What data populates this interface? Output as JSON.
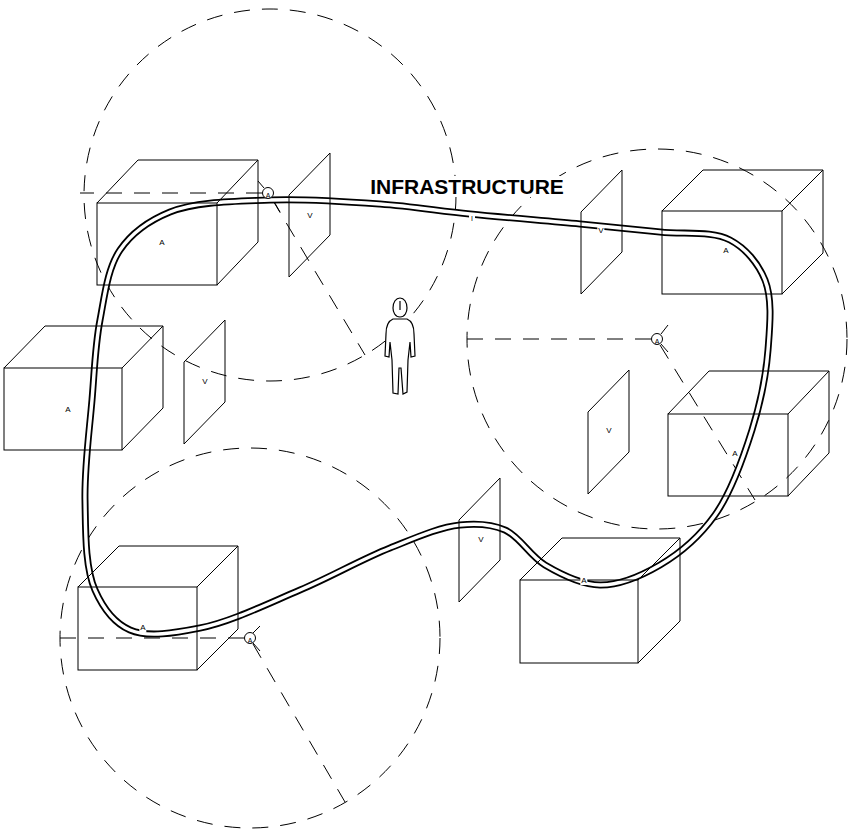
{
  "diagram": {
    "nodes": [
      {
        "text": [
          "A"
        ]
      },
      {
        "text": [
          "A"
        ]
      },
      {
        "text": [
          "V"
        ]
      },
      {
        "text": [
          "V"
        ]
      },
      {
        "text": [
          "A"
        ]
      },
      {
        "text": [
          "A"
        ]
      },
      {
        "text": [
          "A"
        ]
      },
      {
        "text": [
          "V"
        ]
      },
      {
        "text": [
          "V"
        ]
      },
      {
        "text": [
          "A"
        ]
      },
      {
        "text": [
          "V"
        ]
      },
      {
        "text": [
          "A"
        ]
      },
      {
        "text": [
          "A"
        ]
      },
      {
        "text": [
          "A"
        ]
      }
    ],
    "labels": [
      "INFRASTRUCTURE",
      "I"
    ]
  }
}
